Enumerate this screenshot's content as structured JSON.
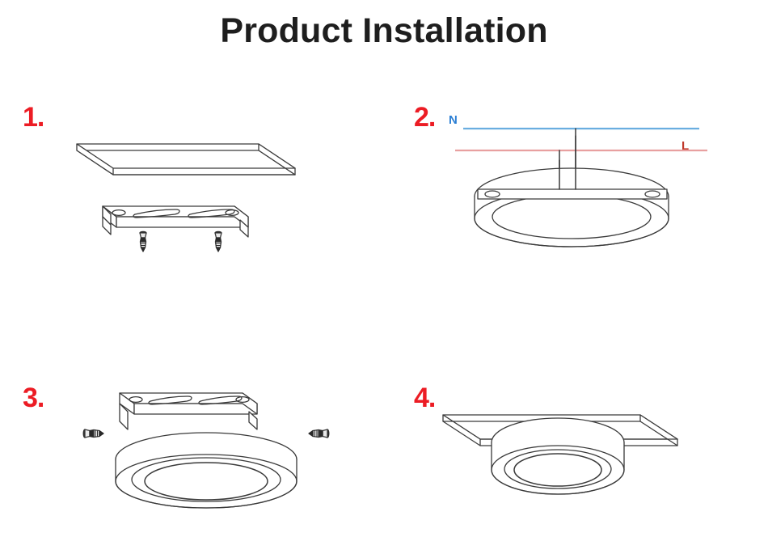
{
  "header": {
    "title": "Product Installation"
  },
  "colors": {
    "step_number": "#ec1c24",
    "title": "#1e1e1e",
    "line_art_stroke": "#3a3a3a",
    "neutral_wire": "#6aaee0",
    "neutral_label": "#2b7fd4",
    "live_wire": "#e8a0a0",
    "live_label": "#c0392b",
    "background": "#ffffff"
  },
  "steps": [
    {
      "number": "1.",
      "name": "attach-mounting-bracket-to-ceiling",
      "parts": [
        "ceiling-plate",
        "mounting-bracket",
        "screw",
        "screw"
      ]
    },
    {
      "number": "2.",
      "name": "connect-mains-wiring",
      "parts": [
        "light-fixture",
        "mounting-bracket",
        "neutral-wire",
        "live-wire"
      ]
    },
    {
      "number": "3.",
      "name": "secure-fixture-with-side-screws",
      "parts": [
        "mounting-bracket",
        "light-fixture",
        "screw",
        "screw"
      ]
    },
    {
      "number": "4.",
      "name": "installation-complete",
      "parts": [
        "ceiling-plate",
        "light-fixture"
      ]
    }
  ],
  "wiring": {
    "neutral_label": "N",
    "live_label": "L"
  }
}
